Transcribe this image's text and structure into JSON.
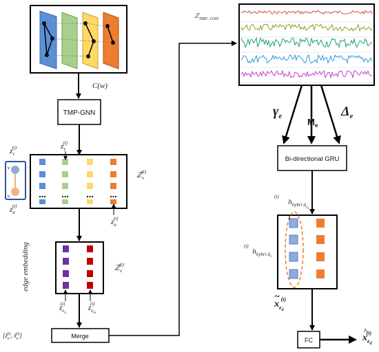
{
  "labels": {
    "c_w": "C(w)",
    "tmp_gnn": "TMP-GNN",
    "z_v_side": "z",
    "z_u_side": "z",
    "z_v_top": "z",
    "z_u_bottom": "z",
    "Z_v": "ℤ",
    "edge_embedding": "edge embedding",
    "Z_e": "ℤ",
    "z_en": "z",
    "z_em": "z",
    "merge_input": "[z",
    "merge": "Merge",
    "Z_tmp_gnn": "ℤ",
    "gamma_e": "γ",
    "m_e": "M",
    "delta_e": "Δ",
    "bigru": "Bi-directional GRU",
    "h_hybrid_ed": "h",
    "h_hybrid_e": "h",
    "x_tilde": "x",
    "fc": "FC",
    "x_hat": "x"
  },
  "subscripts": {
    "t": "(t)",
    "v": "v",
    "u": "u",
    "e": "e",
    "en": "e",
    "n": "n",
    "em": "e",
    "m": "m",
    "tmp": "TMP−GNN",
    "hyb_ed": "hybri d",
    "hyb_e": "hybri d",
    "ed": "e",
    "d": "d",
    "merge_tail": ", x",
    "merge_close": "]"
  },
  "node_letters": {
    "v": "v",
    "u": "u"
  },
  "colors": {
    "blue": "#5b8fd6",
    "green": "#a8d08d",
    "yellow": "#ffd966",
    "orange": "#ed7d31",
    "purple": "#7030a0",
    "red": "#c00000",
    "node_v": "#8faadc",
    "node_u": "#f4b183",
    "ellipse": "#ed7d31",
    "series": [
      "#d04a4a",
      "#9a9a20",
      "#1aa06a",
      "#2a9ad8",
      "#c040c0"
    ]
  }
}
